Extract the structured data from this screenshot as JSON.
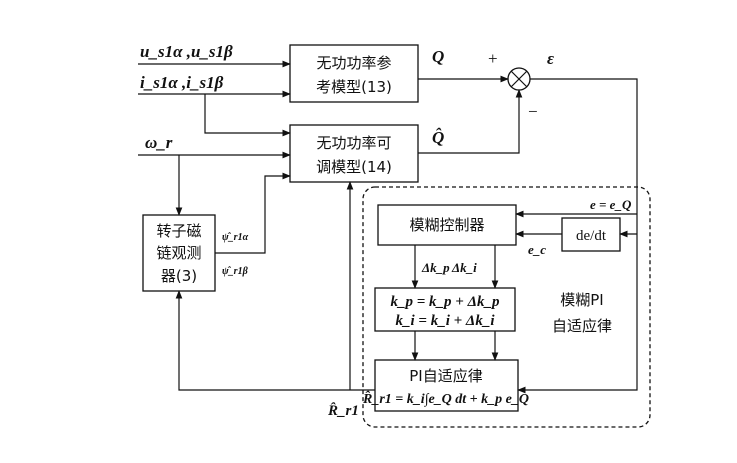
{
  "blocks": {
    "ref_model": {
      "line1": "无功功率参",
      "line2": "考模型(13)"
    },
    "adj_model": {
      "line1": "无功功率可",
      "line2": "调模型(14)"
    },
    "flux_observer": {
      "line1": "转子磁",
      "line2": "链观测",
      "line3": "器(3)"
    },
    "fuzzy_controller": {
      "label": "模糊控制器"
    },
    "derivative": {
      "label": "de/dt"
    },
    "gain_update": {
      "line1": "k_p = k_p + Δk_p",
      "line2": "k_i = k_i + Δk_i"
    },
    "pi_law": {
      "line1": "PI自适应律",
      "line2": "R̂_r1 = k_i∫e_Q dt + k_p e_Q"
    }
  },
  "signals": {
    "u_in": "u_s1α ,u_s1β",
    "i_in": "i_s1α ,i_s1β",
    "omega": "ω_r",
    "Q": "Q",
    "Q_hat": "Q̂",
    "plus": "+",
    "minus": "−",
    "epsilon": "ε",
    "e_eq": "e = e_Q",
    "e_c": "e_c",
    "dkp": "Δk_p",
    "dki": "Δk_i",
    "psi_a": "ψ̂_r1α",
    "psi_b": "ψ̂_r1β",
    "R_hat": "R̂_r1"
  },
  "group_label": {
    "line1": "模糊PI",
    "line2": "自适应律"
  }
}
